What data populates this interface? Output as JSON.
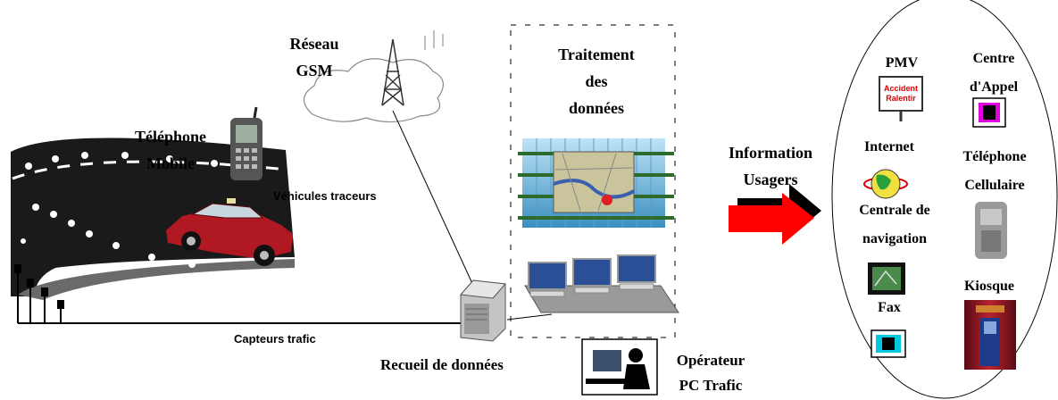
{
  "labels": {
    "reseau": [
      "Réseau",
      "GSM"
    ],
    "traitement": [
      "Traitement",
      "des",
      "données"
    ],
    "telephone_mobile": [
      "Téléphone",
      "Mobile"
    ],
    "vehicules_traceurs": "Véhicules traceurs",
    "capteurs_trafic": "Capteurs trafic",
    "recueil": "Recueil de données",
    "operateur": [
      "Opérateur",
      "PC Trafic"
    ],
    "information_usagers": [
      "Information",
      "Usagers"
    ]
  },
  "outputs": {
    "pmv": "PMV",
    "pmv_sign": [
      "Accident",
      "Ralentir"
    ],
    "centre_appel": [
      "Centre",
      "d'Appel"
    ],
    "internet": "Internet",
    "telephone_cellulaire": [
      "Téléphone",
      "Cellulaire"
    ],
    "centrale_navigation": [
      "Centrale de",
      "navigation"
    ],
    "kiosque": "Kiosque",
    "fax": "Fax"
  },
  "icons": {
    "tower": "antenna-tower-icon",
    "cloud": "cloud-icon",
    "phone": "mobile-phone-icon",
    "car": "car-icon",
    "server": "server-icon",
    "map": "city-map-icon",
    "workstations": "computer-workstations-icon",
    "operator": "operator-desk-icon",
    "arrow": "red-arrow-icon",
    "globe": "globe-icon",
    "fax": "fax-icon",
    "kiosk": "kiosk-icon"
  }
}
